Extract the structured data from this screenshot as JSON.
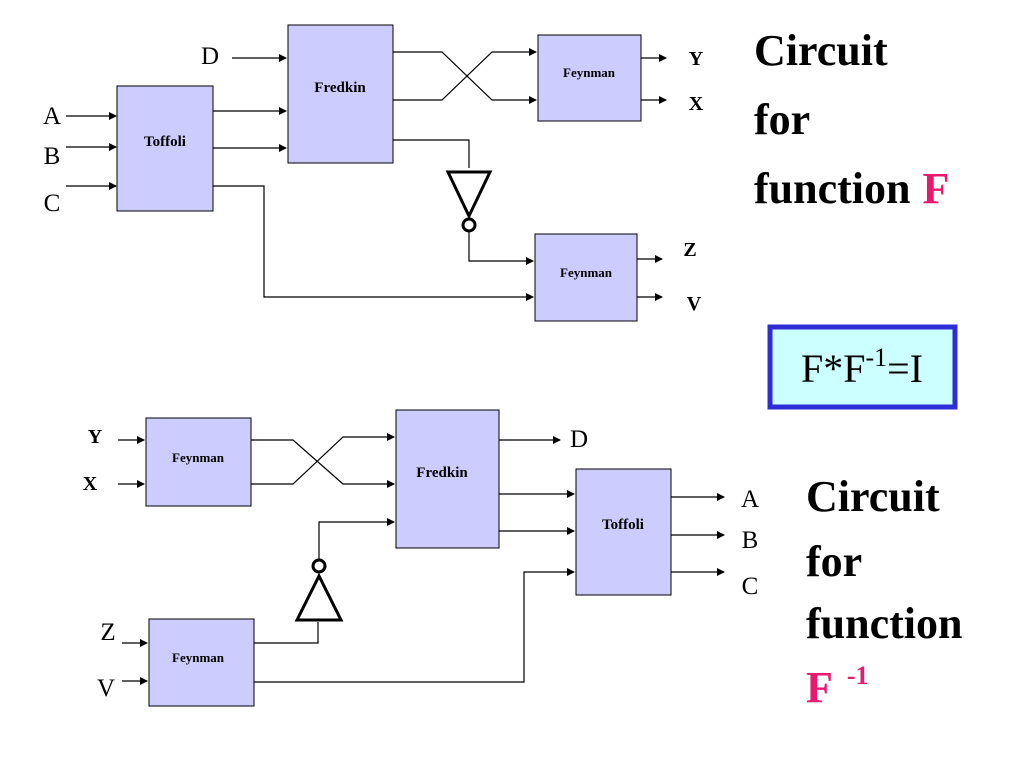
{
  "colors": {
    "gate_fill": "#ccccff",
    "accent": "#e8196e",
    "identity_box_fill": "#ccffff",
    "identity_box_border": "#2e2ed6"
  },
  "top_circuit": {
    "gates": {
      "toffoli": "Toffoli",
      "fredkin": "Fredkin",
      "feynman_1": "Feynman",
      "feynman_2": "Feynman"
    },
    "inputs": {
      "a": "A",
      "b": "B",
      "c": "C",
      "d": "D"
    },
    "outputs": {
      "y": "Y",
      "x": "X",
      "z": "Z",
      "v": "V"
    },
    "inverter_icon": "not-gate-icon",
    "title": {
      "line1": "Circuit",
      "line2": "for",
      "line3": "function",
      "fn": "F"
    }
  },
  "identity": {
    "base": "F*F",
    "exp": "-1",
    "rest": "=I"
  },
  "bottom_circuit": {
    "gates": {
      "feynman_1": "Feynman",
      "fredkin": "Fredkin",
      "toffoli": "Toffoli",
      "feynman_2": "Feynman"
    },
    "inputs": {
      "y": "Y",
      "x": "X",
      "z": "Z",
      "v": "V"
    },
    "outputs": {
      "d": "D",
      "a": "A",
      "b": "B",
      "c": "C"
    },
    "inverter_icon": "not-gate-icon",
    "title": {
      "line1": "Circuit",
      "line2": "for",
      "line3": "function",
      "fn": "F",
      "exp": "-1"
    }
  }
}
